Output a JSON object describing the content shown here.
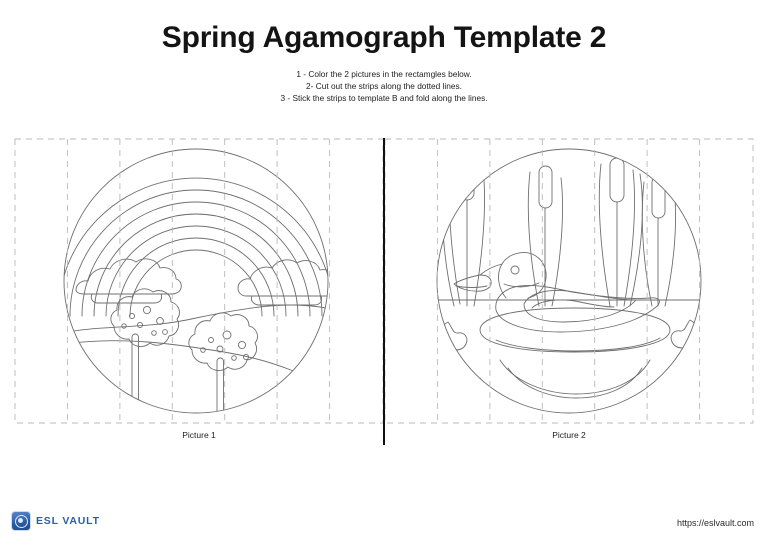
{
  "header": {
    "title": "Spring Agamograph Template 2",
    "instructions": [
      "1 - Color the 2 pictures in the rectamgles below.",
      "2- Cut out the strips along the dotted lines.",
      "3 - Stick the strips to template B and fold along the lines."
    ]
  },
  "panels": [
    {
      "caption": "Picture 1",
      "scene": "spring-rainbow-landscape",
      "elements": [
        "rainbow",
        "cloud-left",
        "cloud-right",
        "blossom-tree-left",
        "blossom-tree-right",
        "hills"
      ],
      "rainbow_bands": 7,
      "clouds": 2,
      "trees": 2,
      "strips": 7
    },
    {
      "caption": "Picture 2",
      "scene": "duck-on-pond",
      "elements": [
        "duck",
        "cattails",
        "pond",
        "ripples",
        "water-leaves"
      ],
      "cattails": 4,
      "ripples": 3,
      "strips": 7
    }
  ],
  "cut_lines": {
    "style": "dashed",
    "color": "#b9b9b9",
    "vertical_divisions": 7
  },
  "divider": {
    "color": "#111111"
  },
  "footer": {
    "logo_text": "ESL VAULT",
    "logo_icon": "esl-vault-badge-icon",
    "url": "https://eslvault.com",
    "brand_color": "#2c5ea6"
  },
  "colors": {
    "ink": "#6f6f6f",
    "text": "#1a1a1a",
    "background": "#ffffff"
  }
}
